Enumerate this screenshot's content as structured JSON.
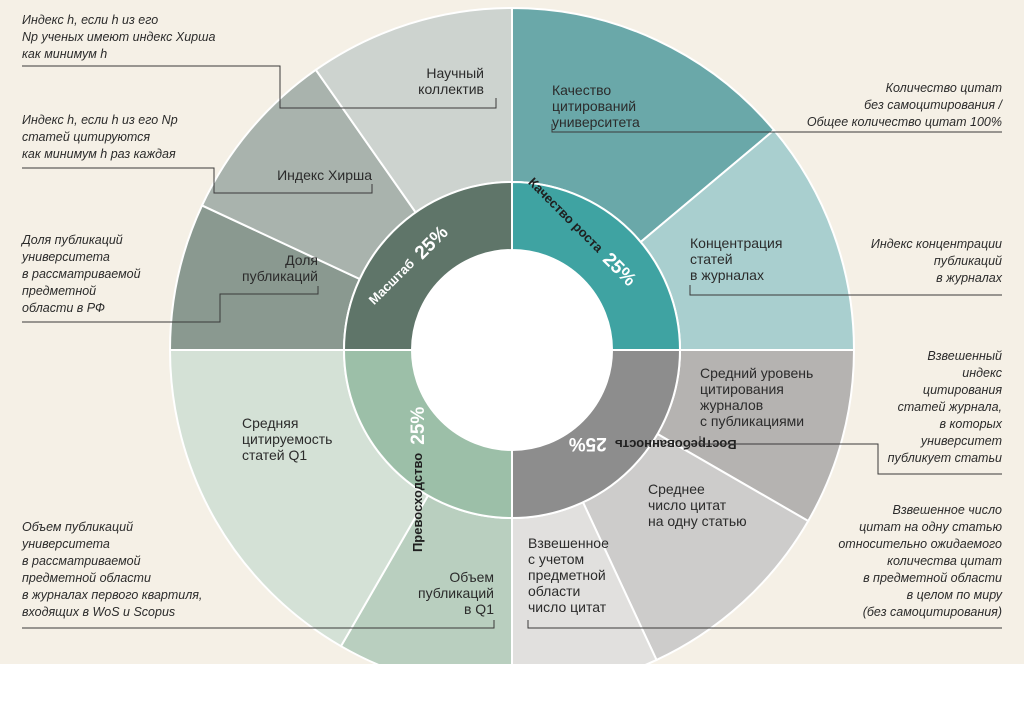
{
  "inner_ring": [
    {
      "label": "Масштаб",
      "percent": "25%",
      "color": "#5f7569"
    },
    {
      "label": "Качество роста",
      "percent": "25%",
      "color": "#3fa3a2"
    },
    {
      "label": "Востребованность",
      "percent": "25%",
      "color": "#8d8d8d"
    },
    {
      "label": "Превосходство",
      "percent": "25%",
      "color": "#9cbfa8"
    }
  ],
  "outer_ring": [
    {
      "label": "Качество\nцитирований\nуниверситета",
      "color": "#6aa8a9"
    },
    {
      "label": "Концентрация\nстатей\nв журналах",
      "color": "#a9cfcf"
    },
    {
      "label": "Средний уровень\nцитирования\nжурналов\nс публикациями",
      "color": "#b5b3b1"
    },
    {
      "label": "Среднее\nчисло цитат\nна одну статью",
      "color": "#cdcccb"
    },
    {
      "label": "Взвешенное\nс учетом\nпредметной\nобласти\nчисло цитат",
      "color": "#e1e0de"
    },
    {
      "label": "Объем\nпубликаций\nв Q1",
      "color": "#b9cfbf"
    },
    {
      "label": "Средняя\nцитируемость\nстатей Q1",
      "color": "#d4e1d6"
    },
    {
      "label": "Доля\nпубликаций",
      "color": "#8a9990"
    },
    {
      "label": "Индекс Хирша",
      "color": "#a9b3ad"
    },
    {
      "label": "Научный\nколлектив",
      "color": "#cdd3cf"
    }
  ],
  "notes": {
    "research_team": "Индекс h, если h из его\nNp ученых имеют индекс Хирша\nкак минимум h",
    "hirsch": "Индекс h, если h из его Np\nстатей цитируются\nкак минимум h раз каждая",
    "share": "Доля публикаций\nуниверситета\nв рассматриваемой\nпредметной\nобласти в РФ",
    "q1_volume": "Объем публикаций\nуниверситета\nв рассматриваемой\nпредметной области\nв журналах первого квартиля,\nвходящих в WoS и Scopus",
    "citation_quality": "Количество цитат\nбез самоцитирования /\nОбщее количество цитат 100%",
    "concentration": "Индекс концентрации\nпубликаций\nв журналах",
    "journal_level": "Взвешенный\nиндекс\nцитирования\nстатей журнала,\nв которых\nуниверситет\nпубликует статьи",
    "weighted_citations": "Взвешенное число\nцитат на одну статью\nотносительно ожидаемого\nколичества цитат\nв предметной области\nв целом по миру\n(без самоцитирования)"
  }
}
